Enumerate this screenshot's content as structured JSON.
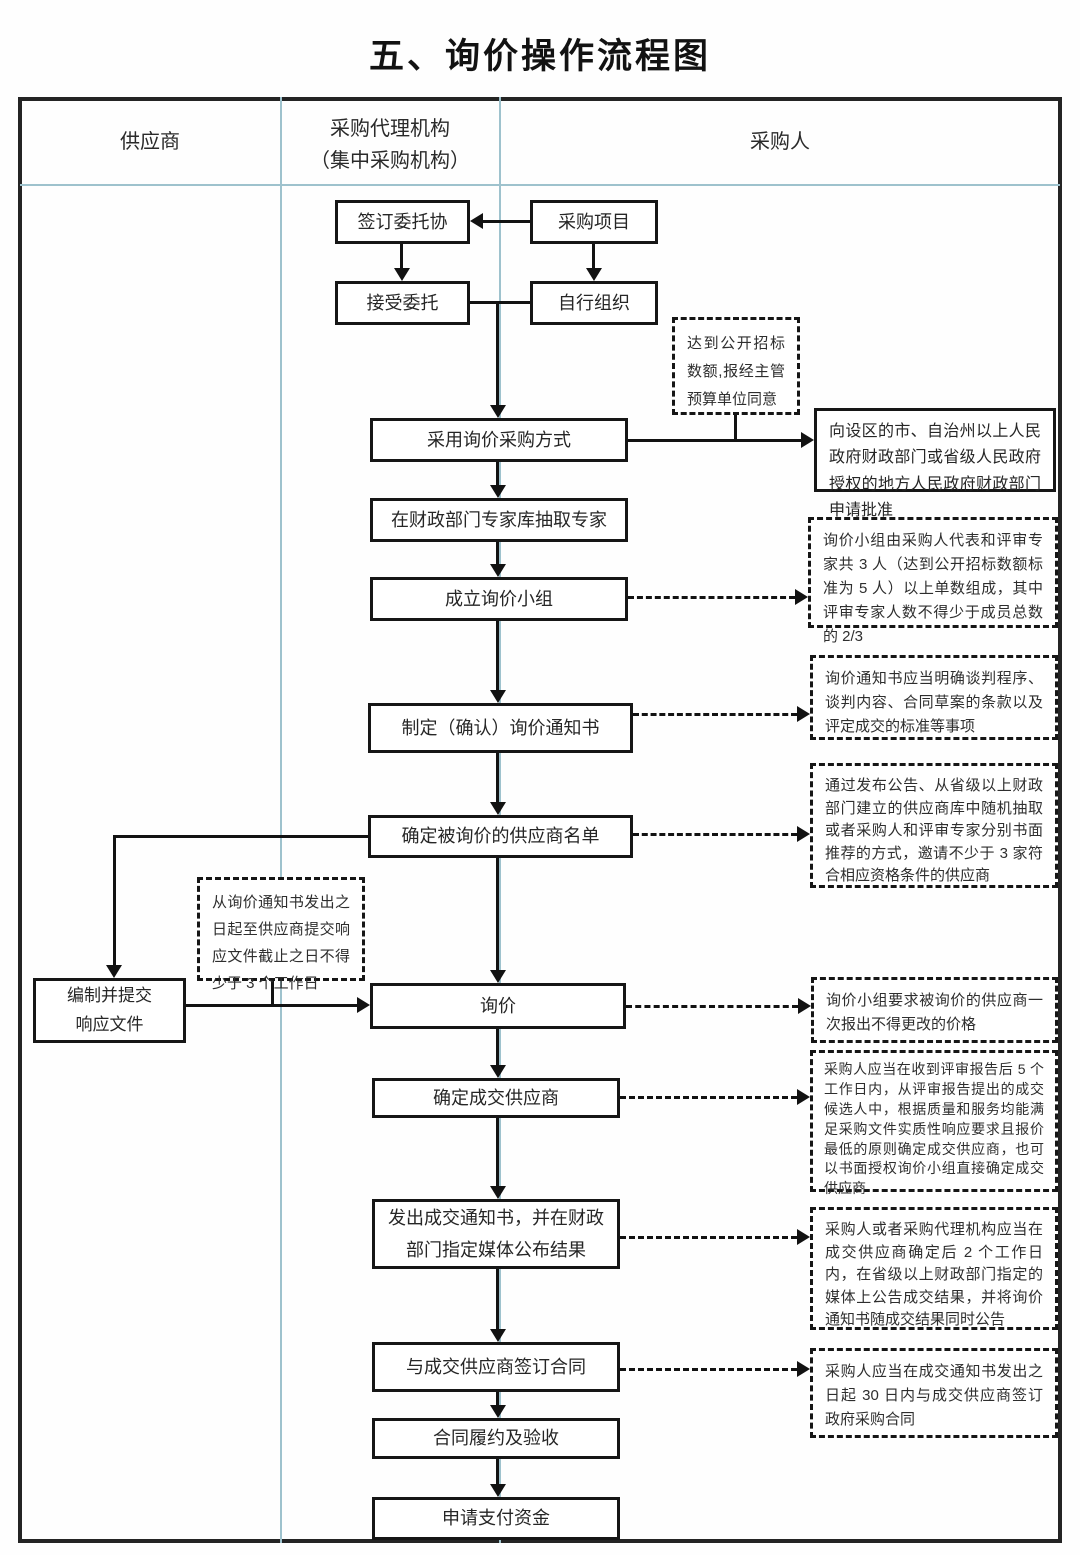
{
  "title": "五、询价操作流程图",
  "columns": {
    "supplier": "供应商",
    "agency_line1": "采购代理机构",
    "agency_line2": "（集中采购机构）",
    "purchaser": "采购人"
  },
  "boxes": {
    "sign": "签订委托协",
    "project": "采购项目",
    "accept": "接受委托",
    "self_org": "自行组织",
    "method": "采用询价采购方式",
    "experts": "在财政部门专家库抽取专家",
    "group": "成立询价小组",
    "notice": "制定（确认）询价通知书",
    "supplier_list": "确定被询价的供应商名单",
    "response_l1": "编制并提交",
    "response_l2": "响应文件",
    "inquiry": "询价",
    "deal": "确定成交供应商",
    "announce": "发出成交通知书，并在财政部门指定媒体公布结果",
    "contract": "与成交供应商签订合同",
    "perform": "合同履约及验收",
    "pay": "申请支付资金",
    "approval": "向设区的市、自治州以上人民政府财政部门或省级人民政府授权的地方人民政府财政部门申请批准"
  },
  "notes": {
    "threshold": "达到公开招标数额,报经主管预算单位同意",
    "group_rule": "询价小组由采购人代表和评审专家共 3 人（达到公开招标数额标准为 5 人）以上单数组成，其中评审专家人数不得少于成员总数的 2/3",
    "notice_rule": "询价通知书应当明确谈判程序、谈判内容、合同草案的条款以及评定成交的标准等事项",
    "invite_rule": "通过发布公告、从省级以上财政部门建立的供应商库中随机抽取或者采购人和评审专家分别书面推荐的方式，邀请不少于 3 家符合相应资格条件的供应商",
    "days_rule": "从询价通知书发出之日起至供应商提交响应文件截止之日不得少于 3 个工作日",
    "quote_rule": "询价小组要求被询价的供应商一次报出不得更改的价格",
    "deal_rule": "采购人应当在收到评审报告后 5 个工作日内，从评审报告提出的成交候选人中，根据质量和服务均能满足采购文件实质性响应要求且报价最低的原则确定成交供应商，也可以书面授权询价小组直接确定成交供应商",
    "announce_rule": "采购人或者采购代理机构应当在成交供应商确定后 2 个工作日内，在省级以上财政部门指定的媒体上公告成交结果，并将询价通知书随成交结果同时公告",
    "contract_rule": "采购人应当在成交通知书发出之日起 30 日内与成交供应商签订政府采购合同"
  },
  "colors": {
    "frame_border": "#242424",
    "box_border": "#161616",
    "line": "#121212",
    "lane_divider": "#9ec2cd"
  }
}
